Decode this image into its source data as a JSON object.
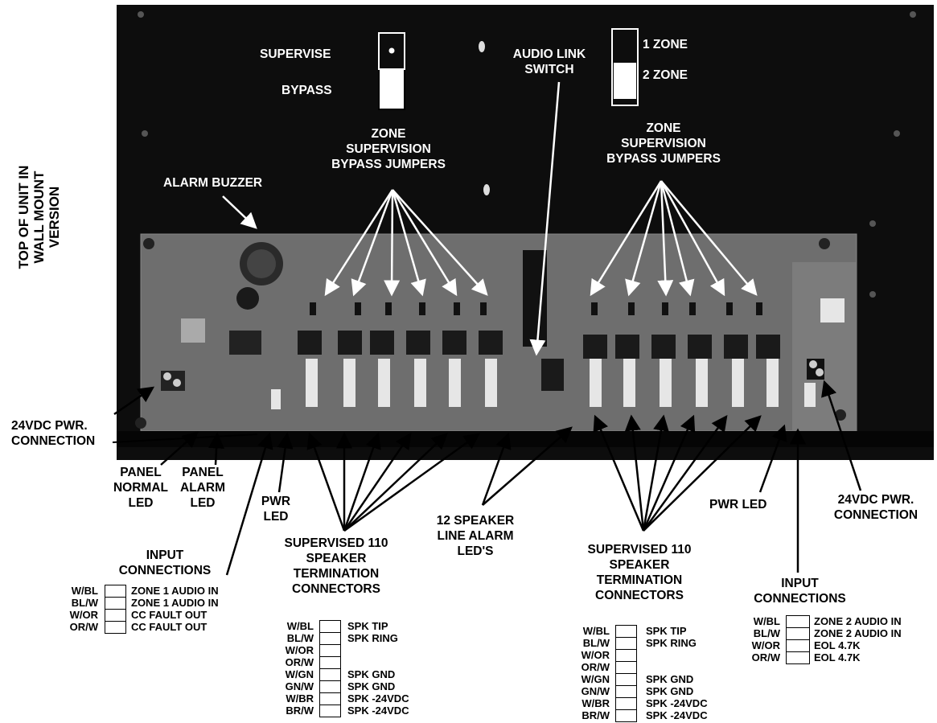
{
  "side_label": [
    "TOP OF UNIT IN",
    "WALL MOUNT",
    "VERSION"
  ],
  "switches": {
    "supervise": "SUPERVISE",
    "bypass": "BYPASS",
    "audio_link": [
      "AUDIO LINK",
      "SWITCH"
    ],
    "one_zone": "1 ZONE",
    "two_zone": "2 ZONE"
  },
  "jumpers_left": [
    "ZONE",
    "SUPERVISION",
    "BYPASS JUMPERS"
  ],
  "jumpers_right": [
    "ZONE",
    "SUPERVISION",
    "BYPASS JUMPERS"
  ],
  "alarm_buzzer": "ALARM BUZZER",
  "pwr_conn_left": [
    "24VDC PWR.",
    "CONNECTION"
  ],
  "panel_normal": [
    "PANEL",
    "NORMAL",
    "LED"
  ],
  "panel_alarm": [
    "PANEL",
    "ALARM",
    "LED"
  ],
  "pwr_led_left": [
    "PWR",
    "LED"
  ],
  "speaker_alarm": [
    "12 SPEAKER",
    "LINE ALARM",
    "LED'S"
  ],
  "pwr_led_right": "PWR LED",
  "pwr_conn_right": [
    "24VDC PWR.",
    "CONNECTION"
  ],
  "input_left": {
    "title": [
      "INPUT",
      "CONNECTIONS"
    ],
    "wires": [
      "W/BL",
      "BL/W",
      "W/OR",
      "OR/W"
    ],
    "functions": [
      "ZONE 1 AUDIO IN",
      "ZONE 1 AUDIO IN",
      "CC FAULT OUT",
      "CC FAULT OUT"
    ]
  },
  "spk_left": {
    "title": [
      "SUPERVISED 110",
      "SPEAKER",
      "TERMINATION",
      "CONNECTORS"
    ],
    "wires": [
      "W/BL",
      "BL/W",
      "W/OR",
      "OR/W",
      "W/GN",
      "GN/W",
      "W/BR",
      "BR/W"
    ],
    "functions": [
      "SPK TIP",
      "SPK RING",
      "",
      "",
      "SPK GND",
      "SPK GND",
      "SPK -24VDC",
      "SPK -24VDC"
    ]
  },
  "spk_right": {
    "title": [
      "SUPERVISED 110",
      "SPEAKER",
      "TERMINATION",
      "CONNECTORS"
    ],
    "wires": [
      "W/BL",
      "BL/W",
      "W/OR",
      "OR/W",
      "W/GN",
      "GN/W",
      "W/BR",
      "BR/W"
    ],
    "functions": [
      "SPK TIP",
      "SPK RING",
      "",
      "",
      "SPK GND",
      "SPK GND",
      "SPK -24VDC",
      "SPK -24VDC"
    ]
  },
  "input_right": {
    "title": [
      "INPUT",
      "CONNECTIONS"
    ],
    "wires": [
      "W/BL",
      "BL/W",
      "W/OR",
      "OR/W"
    ],
    "functions": [
      "ZONE 2 AUDIO IN",
      "ZONE 2 AUDIO IN",
      "EOL 4.7K",
      "EOL 4.7K"
    ]
  },
  "colors": {
    "panel": "#0d0d0d",
    "board": "#6e6e6e",
    "label_on_photo": "#ffffff"
  }
}
